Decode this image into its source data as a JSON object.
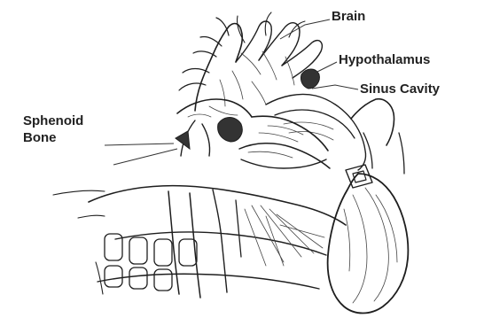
{
  "labels": {
    "brain": "Brain",
    "hypothalamus": "Hypothalamus",
    "sinus_cavity": "Sinus Cavity",
    "sphenoid_line1": "Sphenoid",
    "sphenoid_line2": "Bone"
  },
  "colors": {
    "ink": "#1e1e1e",
    "background": "#ffffff"
  }
}
